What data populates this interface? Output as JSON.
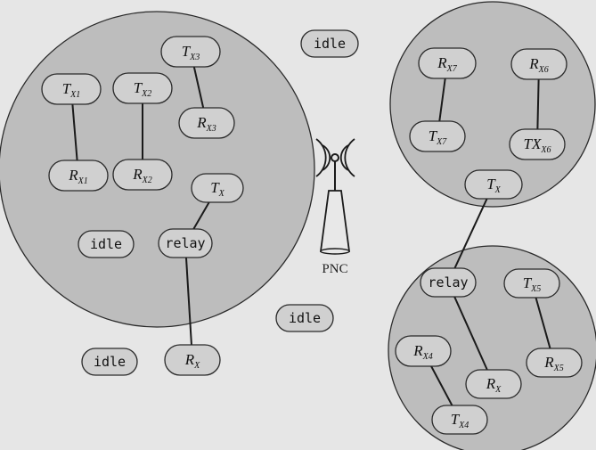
{
  "pnc": {
    "label": "PNC"
  },
  "nodes": [
    {
      "id": "tx1",
      "base": "T",
      "sub": "X1"
    },
    {
      "id": "rx1",
      "base": "R",
      "sub": "X1"
    },
    {
      "id": "tx2",
      "base": "T",
      "sub": "X2"
    },
    {
      "id": "rx2",
      "base": "R",
      "sub": "X2"
    },
    {
      "id": "tx3",
      "base": "T",
      "sub": "X3"
    },
    {
      "id": "rx3",
      "base": "R",
      "sub": "X3"
    },
    {
      "id": "tx-a",
      "base": "T",
      "sub": "X"
    },
    {
      "id": "relay-a",
      "base": "relay",
      "sub": ""
    },
    {
      "id": "idle-a",
      "base": "idle",
      "sub": ""
    },
    {
      "id": "rx-a",
      "base": "R",
      "sub": "X"
    },
    {
      "id": "idle-b",
      "base": "idle",
      "sub": ""
    },
    {
      "id": "idle-top",
      "base": "idle",
      "sub": ""
    },
    {
      "id": "idle-mid",
      "base": "idle",
      "sub": ""
    },
    {
      "id": "rx7",
      "base": "R",
      "sub": "X7"
    },
    {
      "id": "tx7",
      "base": "T",
      "sub": "X7"
    },
    {
      "id": "rx6",
      "base": "R",
      "sub": "X6"
    },
    {
      "id": "tx6",
      "base": "TX",
      "sub": "X6"
    },
    {
      "id": "tx-b",
      "base": "T",
      "sub": "X"
    },
    {
      "id": "relay-b",
      "base": "relay",
      "sub": ""
    },
    {
      "id": "tx5",
      "base": "T",
      "sub": "X5"
    },
    {
      "id": "rx5",
      "base": "R",
      "sub": "X5"
    },
    {
      "id": "rx4",
      "base": "R",
      "sub": "X4"
    },
    {
      "id": "rx-b",
      "base": "R",
      "sub": "X"
    },
    {
      "id": "tx4",
      "base": "T",
      "sub": "X4"
    }
  ],
  "links": [
    [
      "tx1",
      "rx1"
    ],
    [
      "tx2",
      "rx2"
    ],
    [
      "tx3",
      "rx3"
    ],
    [
      "tx-a",
      "relay-a"
    ],
    [
      "relay-a",
      "rx-a"
    ],
    [
      "rx7",
      "tx7"
    ],
    [
      "rx6",
      "tx6"
    ],
    [
      "tx-b",
      "relay-b"
    ],
    [
      "relay-b",
      "rx-b"
    ],
    [
      "tx5",
      "rx5"
    ],
    [
      "rx4",
      "tx4"
    ]
  ]
}
